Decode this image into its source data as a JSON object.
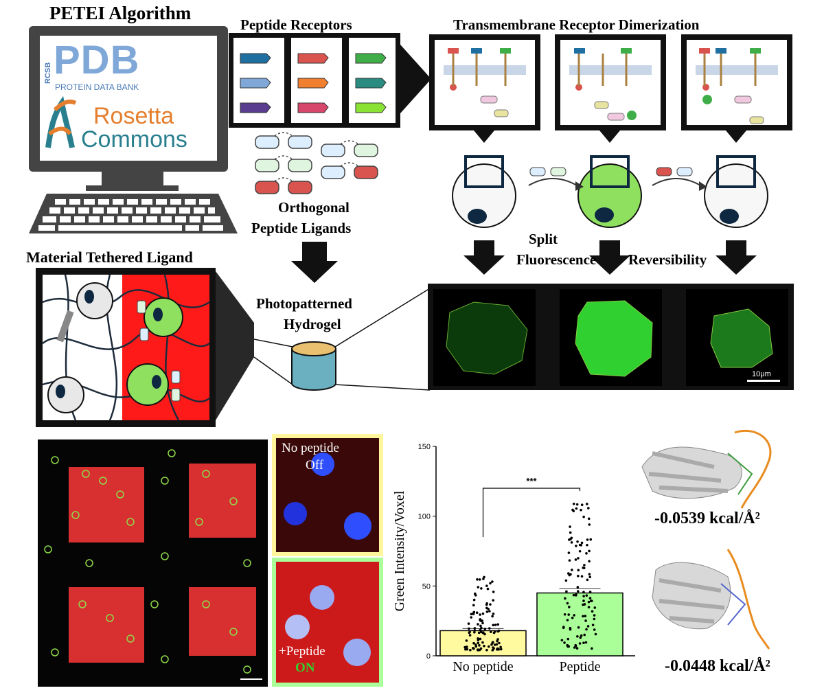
{
  "titles": {
    "algorithm": "PETEI Algorithm",
    "receptors": "Peptide Receptors",
    "dimerization": "Transmembrane Receptor Dimerization",
    "ligands_line1": "Orthogonal",
    "ligands_line2": "Peptide Ligands",
    "tethered": "Material Tethered Ligand",
    "hydrogel_line1": "Photopatterned",
    "hydrogel_line2": "Hydrogel",
    "split_line1": "Split",
    "split_line2": "Fluorescence",
    "reversibility": "Reversibility"
  },
  "logos": {
    "pdb_side": "RCSB",
    "pdb_big": "PDB",
    "pdb_sub": "PROTEIN DATA BANK",
    "rosetta_1": "Rosetta",
    "rosetta_2": "Commons"
  },
  "micro": {
    "scalebar": "10μm",
    "no_peptide": "No peptide",
    "off": "Off",
    "plus_peptide": "+Peptide",
    "on": "ON"
  },
  "energies": {
    "top": "-0.0539 kcal/Å²",
    "bottom": "-0.0448 kcal/Å²"
  },
  "colors": {
    "red_gel": "#ff1a1a",
    "green_fluor": "#33dd33",
    "bar_no_peptide": "#fffaa0",
    "bar_peptide": "#aaff99"
  },
  "chart_data": {
    "type": "bar",
    "categories": [
      "No peptide",
      "Peptide"
    ],
    "values": [
      18,
      45
    ],
    "error": [
      1.5,
      3
    ],
    "ylabel": "Green Intensity/Voxel",
    "ylim": [
      0,
      150
    ],
    "yticks": [
      0,
      50,
      100,
      150
    ],
    "significance": "***"
  }
}
